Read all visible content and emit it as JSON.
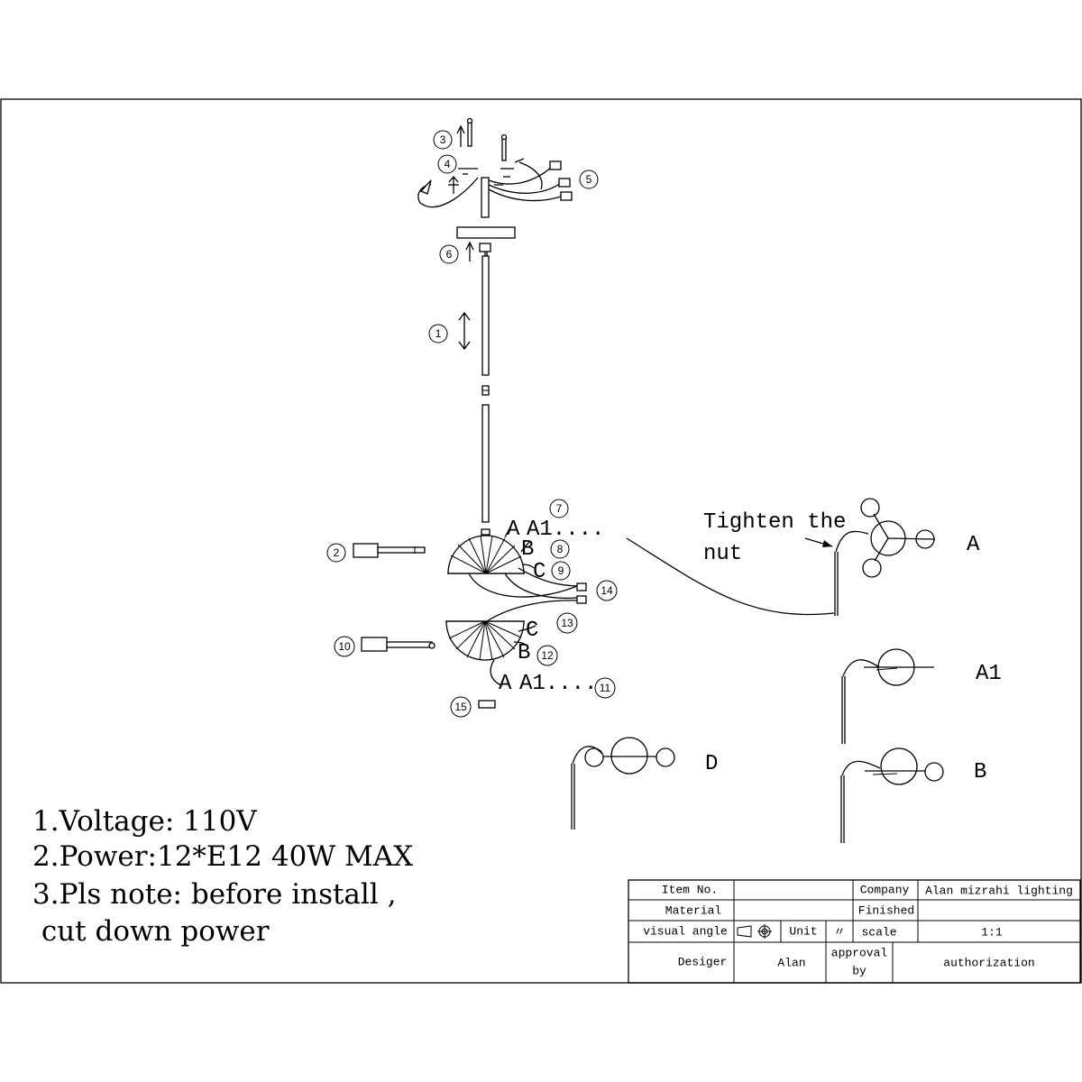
{
  "callouts": [
    "1",
    "2",
    "3",
    "4",
    "5",
    "6",
    "7",
    "8",
    "9",
    "10",
    "11",
    "12",
    "13",
    "14",
    "15"
  ],
  "labels": {
    "top_A": "A",
    "top_A1": "A1....",
    "top_B": "B",
    "top_C": "C",
    "bot_C": "C",
    "bot_B": "B",
    "bot_A": "A",
    "bot_A1": "A1....",
    "tighten_line1": "Tighten the",
    "tighten_line2": "nut",
    "view_A": "A",
    "view_A1": "A1",
    "view_B": "B",
    "view_D": "D"
  },
  "notes": [
    "1.Voltage: 110V",
    "2.Power:12*E12 40W MAX",
    "3.Pls note:  before install ,",
    " cut down power"
  ],
  "title_block": {
    "item_no_label": "Item No.",
    "item_no_value": "",
    "company_label": "Company",
    "company_value": "Alan mizrahi lighting",
    "material_label": "Material",
    "material_value": "",
    "finished_label": "Finished",
    "finished_value": "",
    "visual_angle_label": "visual angle",
    "unit_label": "Unit",
    "unit_value": "〃",
    "scale_label": "scale",
    "scale_value": "1:1",
    "designer_label": "Desiger",
    "designer_value": "Alan",
    "approval_line1": "approval",
    "approval_line2": "by",
    "authorization_label": "authorization"
  }
}
